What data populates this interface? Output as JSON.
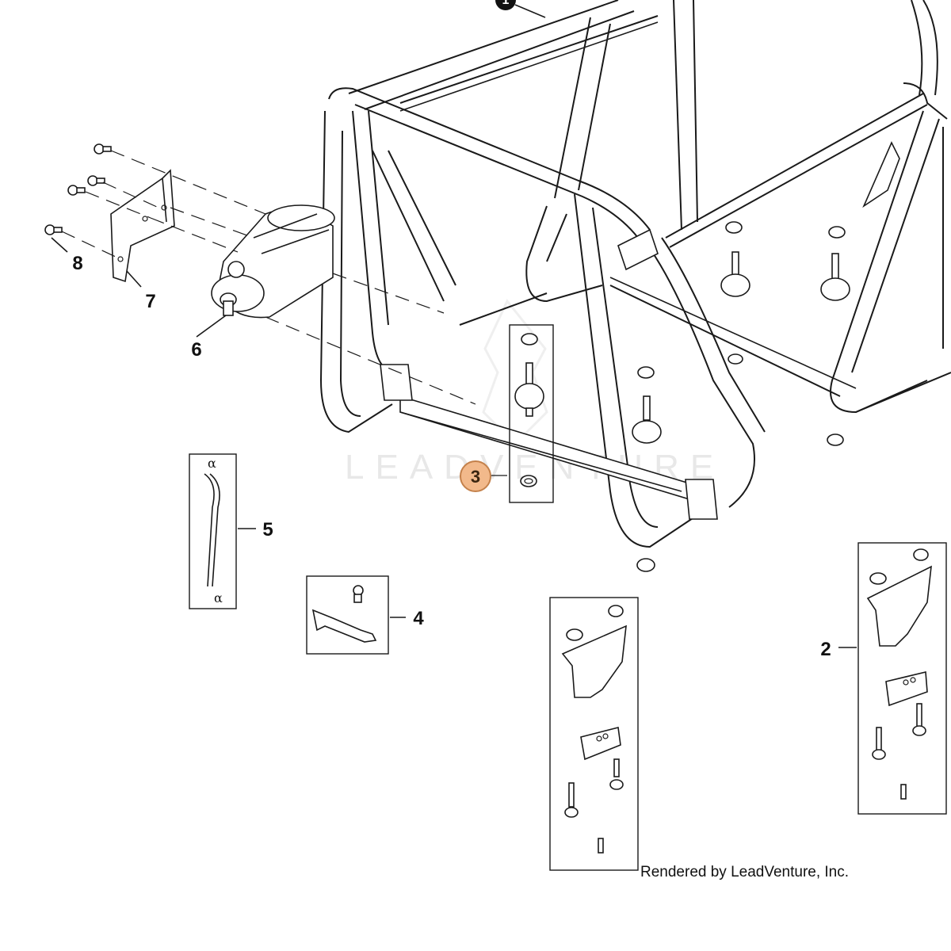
{
  "callouts": {
    "c1": "1",
    "c2": "2",
    "c3": "3",
    "c4": "4",
    "c5": "5",
    "c6": "6",
    "c7": "7",
    "c8": "8"
  },
  "watermark": "LEADVENTURE",
  "credit": "Rendered by LeadVenture, Inc.",
  "colors": {
    "highlight_fill": "#f2b98b",
    "highlight_stroke": "#c4814b",
    "line": "#1a1a1a",
    "watermark": "#e8e8e8"
  }
}
